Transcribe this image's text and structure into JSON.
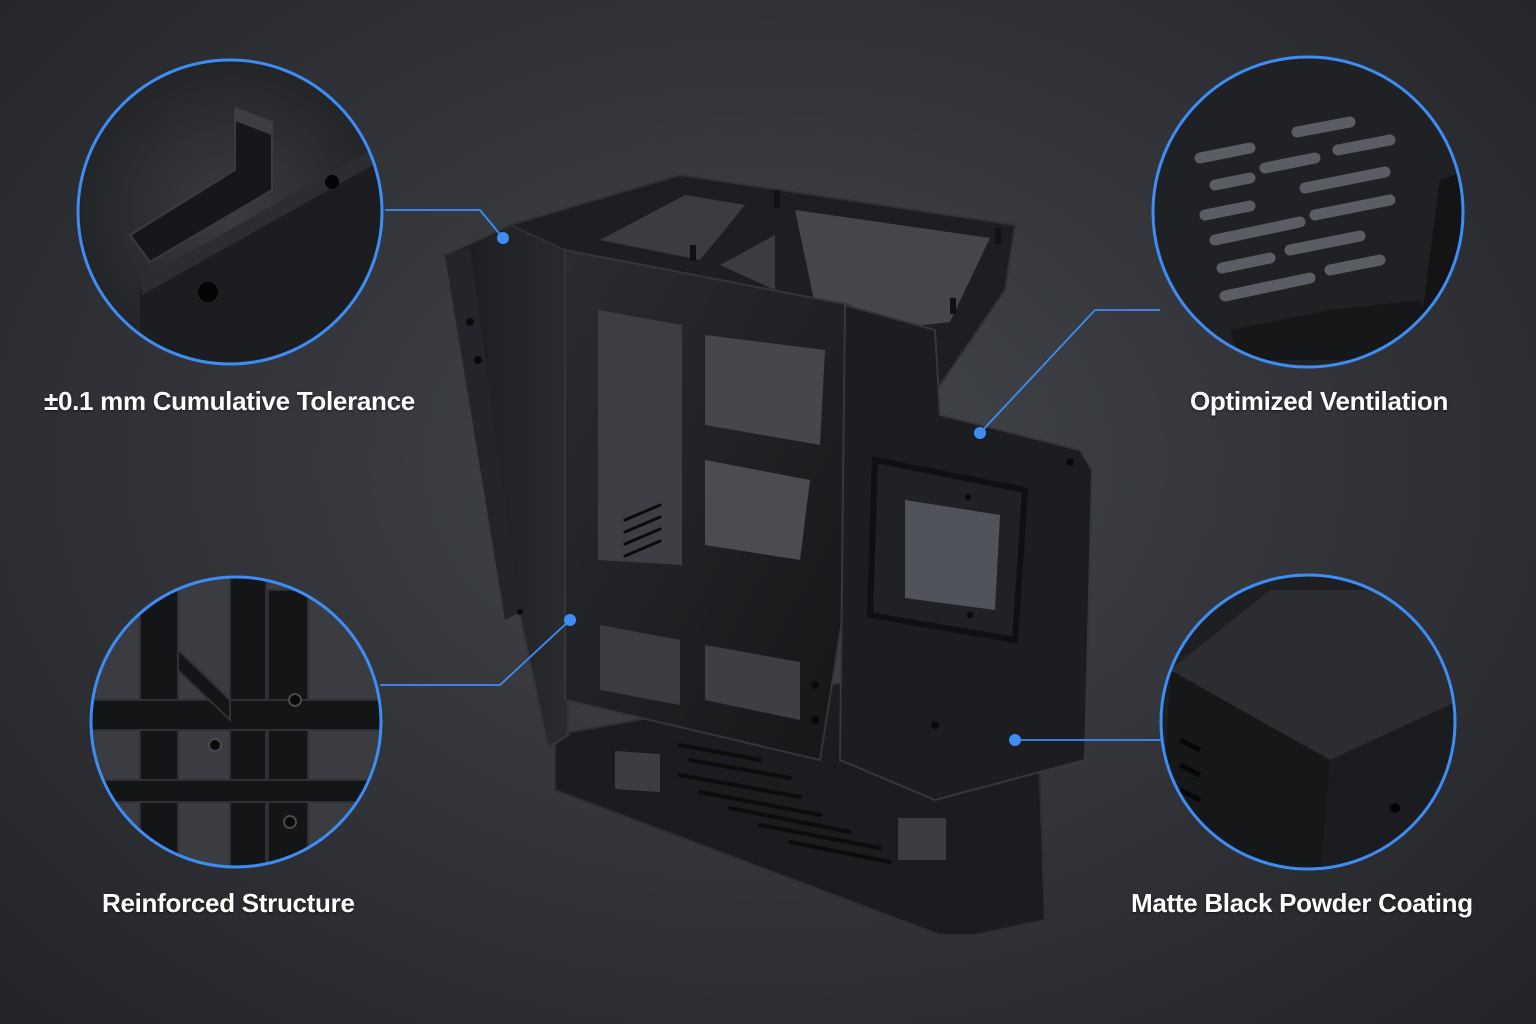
{
  "callouts": {
    "tolerance": {
      "label": "±0.1 mm Cumulative Tolerance",
      "icon": "bracket-closeup"
    },
    "ventilation": {
      "label": "Optimized Ventilation",
      "icon": "vent-slots-closeup"
    },
    "structure": {
      "label": "Reinforced Structure",
      "icon": "frame-joint-closeup"
    },
    "coating": {
      "label": "Matte Black Powder Coating",
      "icon": "coated-edge-closeup"
    }
  },
  "colors": {
    "accent": "#3d8df5",
    "background": "#35373c",
    "metal": "#1e1f22"
  }
}
